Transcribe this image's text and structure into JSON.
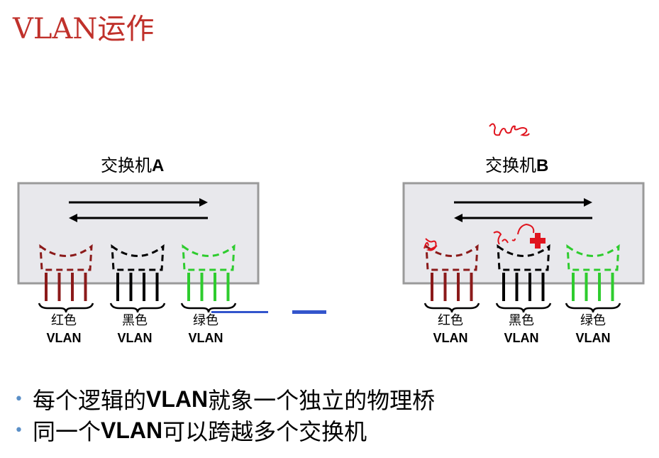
{
  "title": "VLAN运作",
  "switch_a": {
    "prefix": "交换机",
    "letter": "A"
  },
  "switch_b": {
    "prefix": "交换机",
    "letter": "B"
  },
  "vlans": [
    {
      "line1": "红色",
      "line2": "VLAN",
      "color": "#8b1a1a"
    },
    {
      "line1": "黑色",
      "line2": "VLAN",
      "color": "#000000"
    },
    {
      "line1": "绿色",
      "line2": "VLAN",
      "color": "#2ecc2e"
    }
  ],
  "colors": {
    "title": "#c0312b",
    "switch_fill": "#e8e8ec",
    "switch_border": "#9a9a9a",
    "bullet_dot": "#5b8fc7",
    "annotation": "#e0141e"
  },
  "annotation_icon": "red-cross-icon",
  "bullets": [
    {
      "pre": "每个逻辑的",
      "bold": "VLAN",
      "post": "就象一个独立的物理桥"
    },
    {
      "pre": "同一个",
      "bold": "VLAN",
      "post": "可以跨越多个交换机"
    }
  ]
}
